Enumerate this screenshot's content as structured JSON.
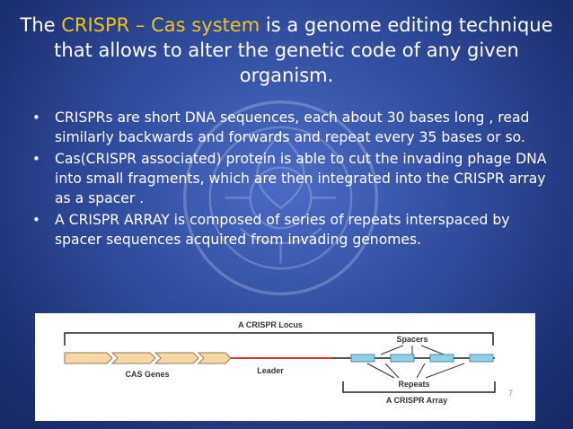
{
  "slide": {
    "title": {
      "prefix": "The ",
      "highlight": "CRISPR – Cas system",
      "suffix": " is a genome editing technique that allows to alter the genetic code of any given organism."
    },
    "bullets": [
      "CRISPRs are short DNA sequences, each about 30 bases long , read similarly backwards and forwards  and repeat every 35 bases or so.",
      "Cas(CRISPR associated) protein is able to cut the invading phage DNA into small fragments, which are then integrated into the CRISPR array as a spacer .",
      "A CRISPR ARRAY is composed of series of repeats interspaced by spacer sequences acquired from invading genomes."
    ],
    "bullet_symbol": "•"
  },
  "figure": {
    "locus_label": "A CRISPR Locus",
    "spacers_label": "Spacers",
    "cas_genes_label": "CAS Genes",
    "leader_label": "Leader",
    "repeats_label": "Repeats",
    "array_label": "A CRISPR Array",
    "page_mark": "7"
  },
  "colors": {
    "background": "#2f4d9c",
    "highlight": "#f2c21b",
    "text": "#ffffff",
    "cas_gene_fill": "#f6d7a8",
    "leader_line": "#e03030",
    "spacer_fill": "#8fd0e6"
  }
}
